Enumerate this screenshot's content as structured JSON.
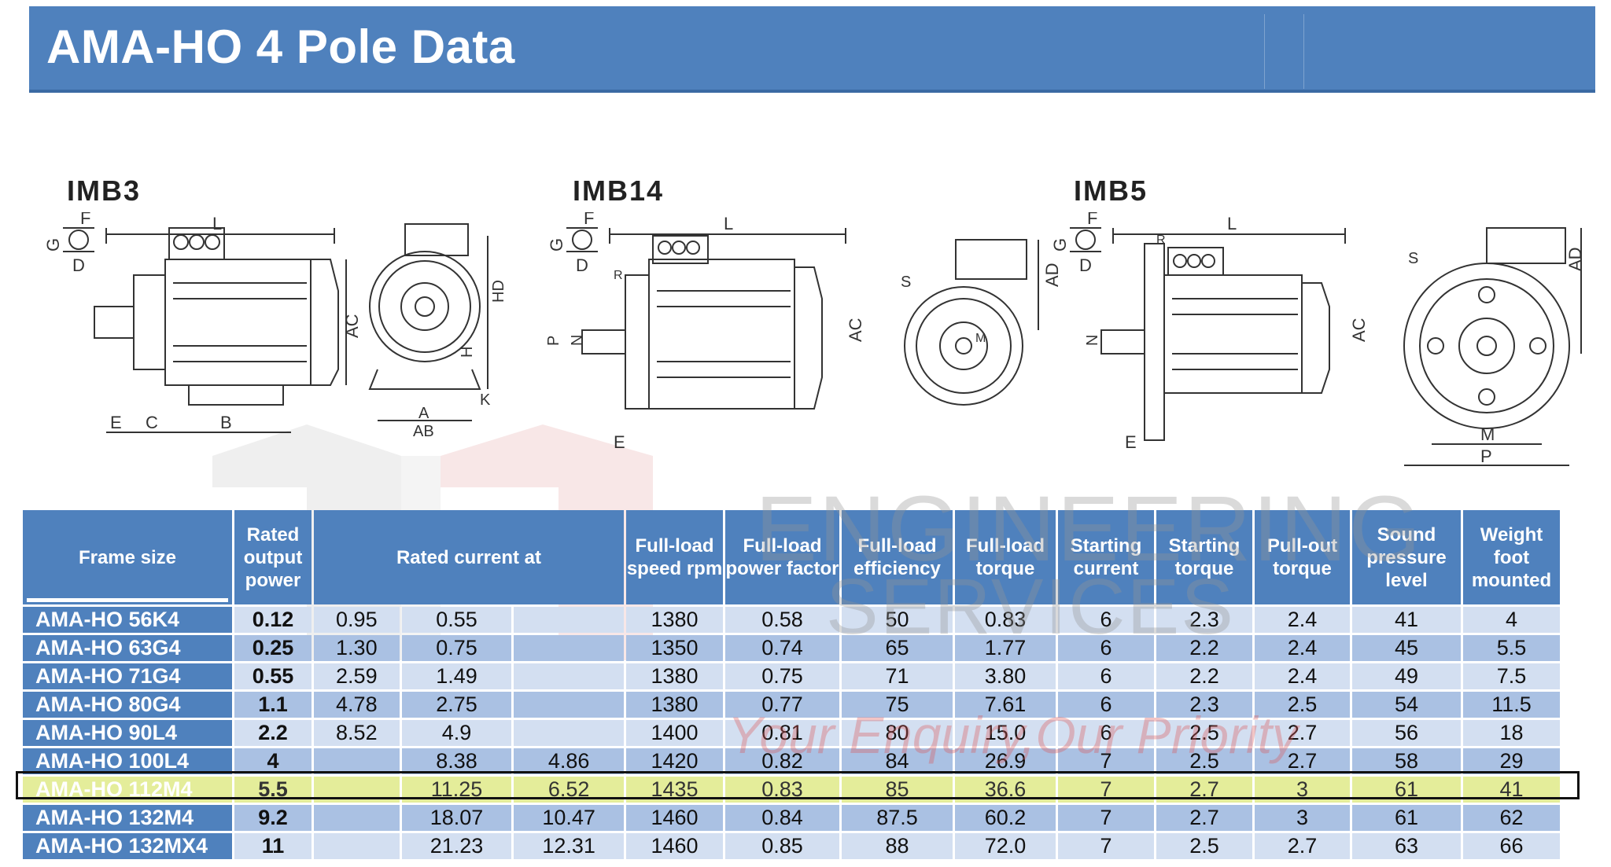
{
  "title": "AMA-HO 4 Pole Data",
  "diagrams": {
    "imb3": {
      "label": "IMB3",
      "dims": [
        "F",
        "G",
        "D",
        "L",
        "AC",
        "HD",
        "H",
        "K",
        "A",
        "AB",
        "E",
        "C",
        "B"
      ]
    },
    "imb14": {
      "label": "IMB14",
      "dims": [
        "F",
        "G",
        "D",
        "L",
        "R",
        "P",
        "N",
        "E",
        "AC",
        "AD",
        "S",
        "M"
      ]
    },
    "imb5": {
      "label": "IMB5",
      "dims": [
        "F",
        "G",
        "D",
        "L",
        "R",
        "N",
        "E",
        "AC",
        "AD",
        "S",
        "M",
        "P"
      ]
    }
  },
  "watermark": {
    "line1": "ENGINEERING",
    "line2": "SERVICES",
    "tagline": "Your Enquiry,Our Priority"
  },
  "table": {
    "headers": {
      "frame_size": "Frame size",
      "rated_output_power": "Rated output power",
      "rated_current_at": "Rated current at",
      "full_load_speed": "Full-load speed rpm",
      "full_load_power_factor": "Full-load power factor",
      "full_load_efficiency": "Full-load efficiency",
      "full_load_torque": "Full-load torque",
      "starting_current": "Starting current",
      "starting_torque": "Starting torque",
      "pull_out_torque": "Pull-out torque",
      "sound_pressure_level": "Sound pressure level",
      "weight_foot_mounted": "Weight foot mounted"
    },
    "rows": [
      {
        "frame": "AMA-HO 56K4",
        "power": "0.12",
        "c1": "0.95",
        "c2": "0.55",
        "c3": "",
        "speed": "1380",
        "pf": "0.58",
        "eff": "50",
        "torque": "0.83",
        "start_current": "6",
        "start_torque": "2.3",
        "pullout": "2.4",
        "sound": "41",
        "weight": "4"
      },
      {
        "frame": "AMA-HO 63G4",
        "power": "0.25",
        "c1": "1.30",
        "c2": "0.75",
        "c3": "",
        "speed": "1350",
        "pf": "0.74",
        "eff": "65",
        "torque": "1.77",
        "start_current": "6",
        "start_torque": "2.2",
        "pullout": "2.4",
        "sound": "45",
        "weight": "5.5"
      },
      {
        "frame": "AMA-HO 71G4",
        "power": "0.55",
        "c1": "2.59",
        "c2": "1.49",
        "c3": "",
        "speed": "1380",
        "pf": "0.75",
        "eff": "71",
        "torque": "3.80",
        "start_current": "6",
        "start_torque": "2.2",
        "pullout": "2.4",
        "sound": "49",
        "weight": "7.5"
      },
      {
        "frame": "AMA-HO 80G4",
        "power": "1.1",
        "c1": "4.78",
        "c2": "2.75",
        "c3": "",
        "speed": "1380",
        "pf": "0.77",
        "eff": "75",
        "torque": "7.61",
        "start_current": "6",
        "start_torque": "2.3",
        "pullout": "2.5",
        "sound": "54",
        "weight": "11.5"
      },
      {
        "frame": "AMA-HO 90L4",
        "power": "2.2",
        "c1": "8.52",
        "c2": "4.9",
        "c3": "",
        "speed": "1400",
        "pf": "0.81",
        "eff": "80",
        "torque": "15.0",
        "start_current": "6",
        "start_torque": "2.5",
        "pullout": "2.7",
        "sound": "56",
        "weight": "18"
      },
      {
        "frame": "AMA-HO 100L4",
        "power": "4",
        "c1": "",
        "c2": "8.38",
        "c3": "4.86",
        "speed": "1420",
        "pf": "0.82",
        "eff": "84",
        "torque": "26.9",
        "start_current": "7",
        "start_torque": "2.5",
        "pullout": "2.7",
        "sound": "58",
        "weight": "29"
      },
      {
        "frame": "AMA-HO 112M4",
        "power": "5.5",
        "c1": "",
        "c2": "11.25",
        "c3": "6.52",
        "speed": "1435",
        "pf": "0.83",
        "eff": "85",
        "torque": "36.6",
        "start_current": "7",
        "start_torque": "2.7",
        "pullout": "3",
        "sound": "61",
        "weight": "41"
      },
      {
        "frame": "AMA-HO 132M4",
        "power": "9.2",
        "c1": "",
        "c2": "18.07",
        "c3": "10.47",
        "speed": "1460",
        "pf": "0.84",
        "eff": "87.5",
        "torque": "60.2",
        "start_current": "7",
        "start_torque": "2.7",
        "pullout": "3",
        "sound": "61",
        "weight": "62"
      },
      {
        "frame": "AMA-HO 132MX4",
        "power": "11",
        "c1": "",
        "c2": "21.23",
        "c3": "12.31",
        "speed": "1460",
        "pf": "0.85",
        "eff": "88",
        "torque": "72.0",
        "start_current": "7",
        "start_torque": "2.5",
        "pullout": "2.7",
        "sound": "63",
        "weight": "66"
      }
    ]
  }
}
